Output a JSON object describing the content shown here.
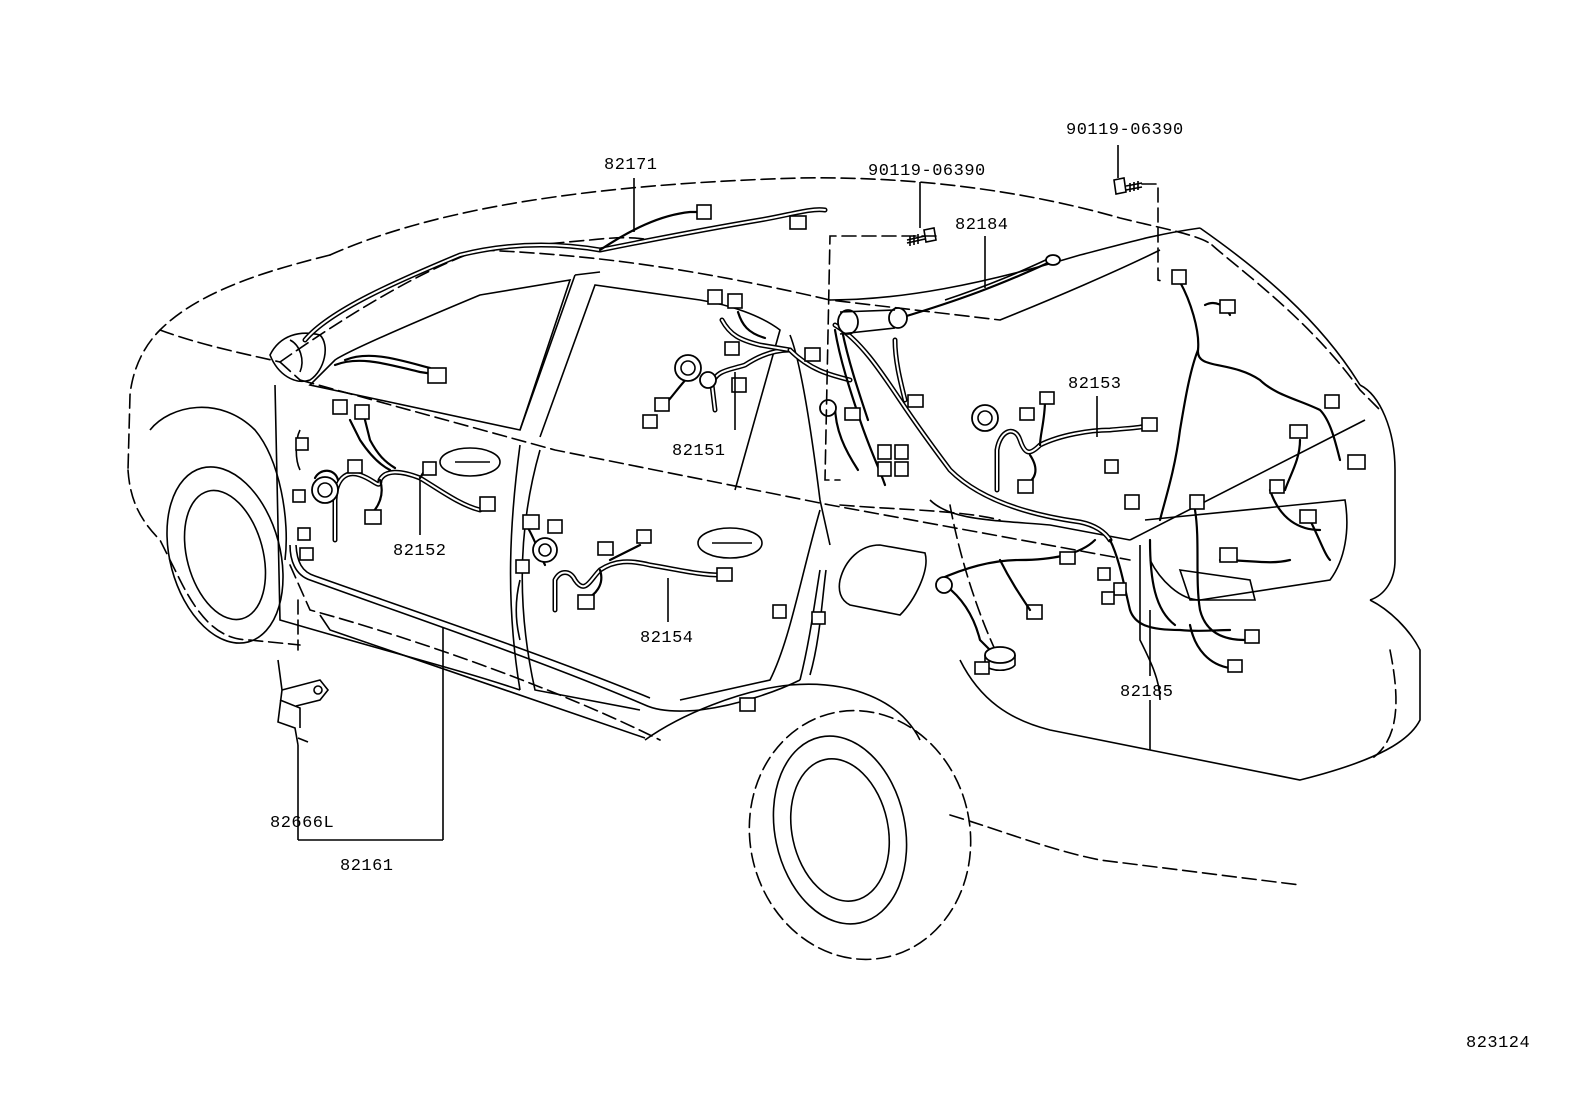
{
  "diagram": {
    "part_labels": {
      "p82171": "82171",
      "p82184": "82184",
      "p82151": "82151",
      "p82152": "82152",
      "p82153": "82153",
      "p82154": "82154",
      "p82185": "82185",
      "p82161": "82161",
      "p82666L": "82666L",
      "bolt_a": "90119-06390",
      "bolt_b": "90119-06390"
    },
    "figure_number": "823124"
  }
}
